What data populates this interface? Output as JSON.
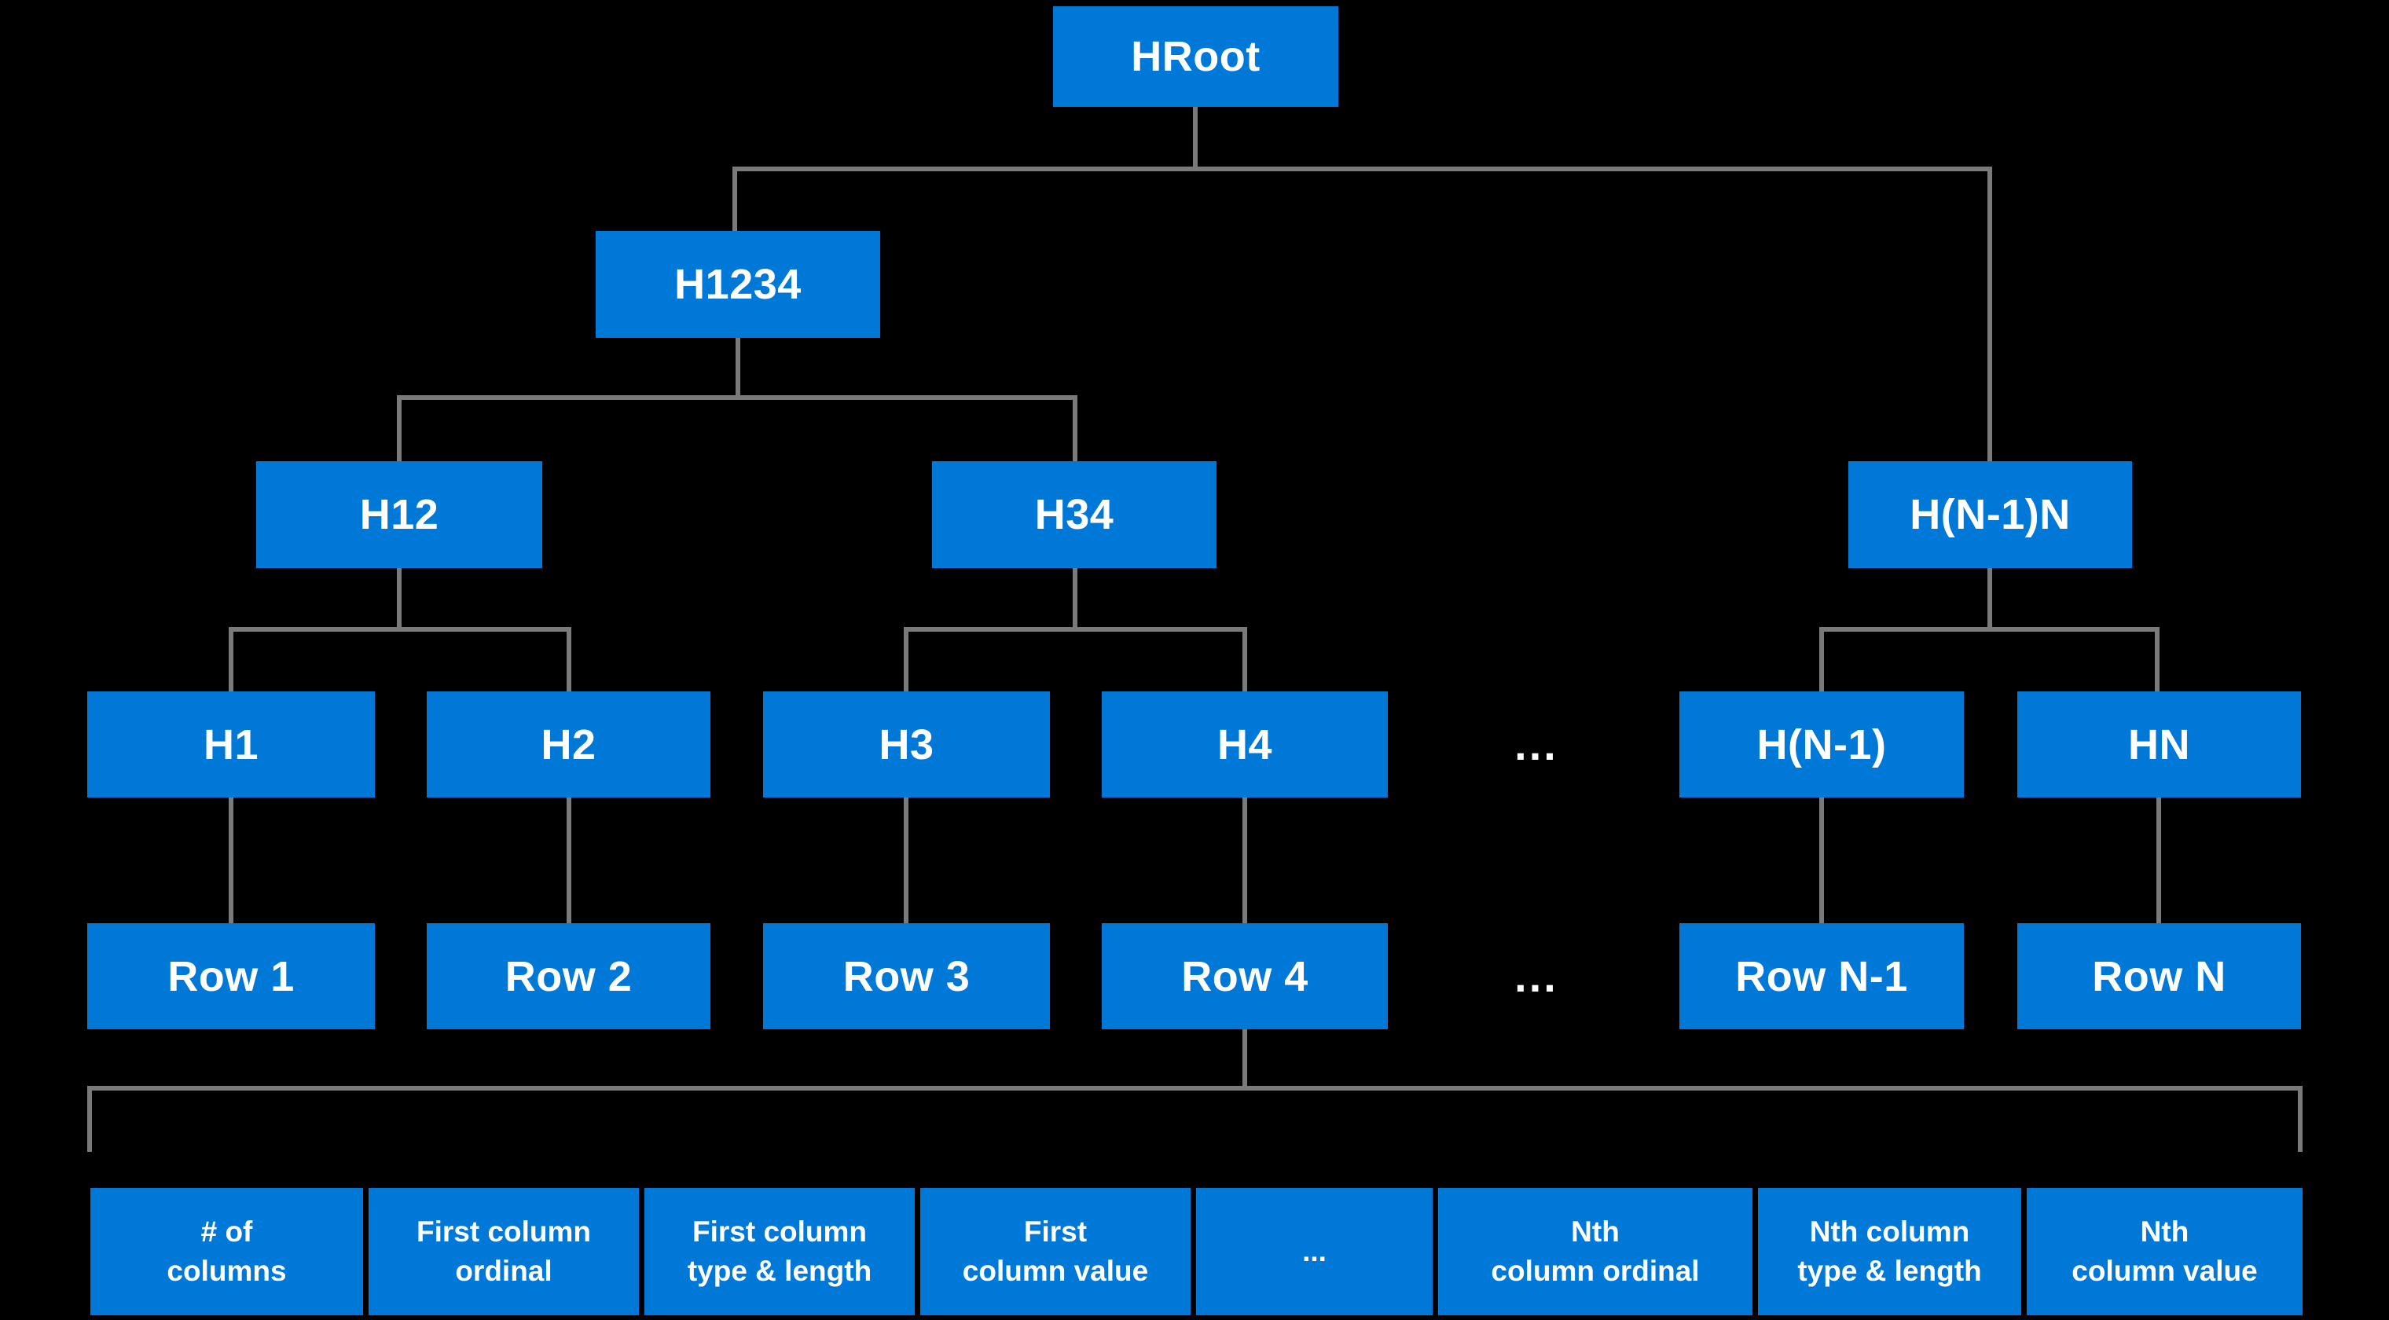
{
  "nodes": {
    "hroot": "HRoot",
    "h1234": "H1234",
    "h12": "H12",
    "h34": "H34",
    "hn1n": "H(N-1)N",
    "h1": "H1",
    "h2": "H2",
    "h3": "H3",
    "h4": "H4",
    "hn1": "H(N-1)",
    "hn": "HN",
    "row1": "Row 1",
    "row2": "Row 2",
    "row3": "Row 3",
    "row4": "Row 4",
    "rown1": "Row N-1",
    "rown": "Row N"
  },
  "ellipsis": {
    "header_row": "...",
    "data_row": "..."
  },
  "row_fields": [
    "# of\ncolumns",
    "First column\nordinal",
    "First column\ntype & length",
    "First\ncolumn value",
    "...",
    "Nth\ncolumn ordinal",
    "Nth column\ntype & length",
    "Nth\ncolumn value"
  ],
  "colors": {
    "node_fill": "#0078D7",
    "node_text": "#FFFFFF",
    "connector": "#7A7A7A",
    "background": "#000000"
  }
}
